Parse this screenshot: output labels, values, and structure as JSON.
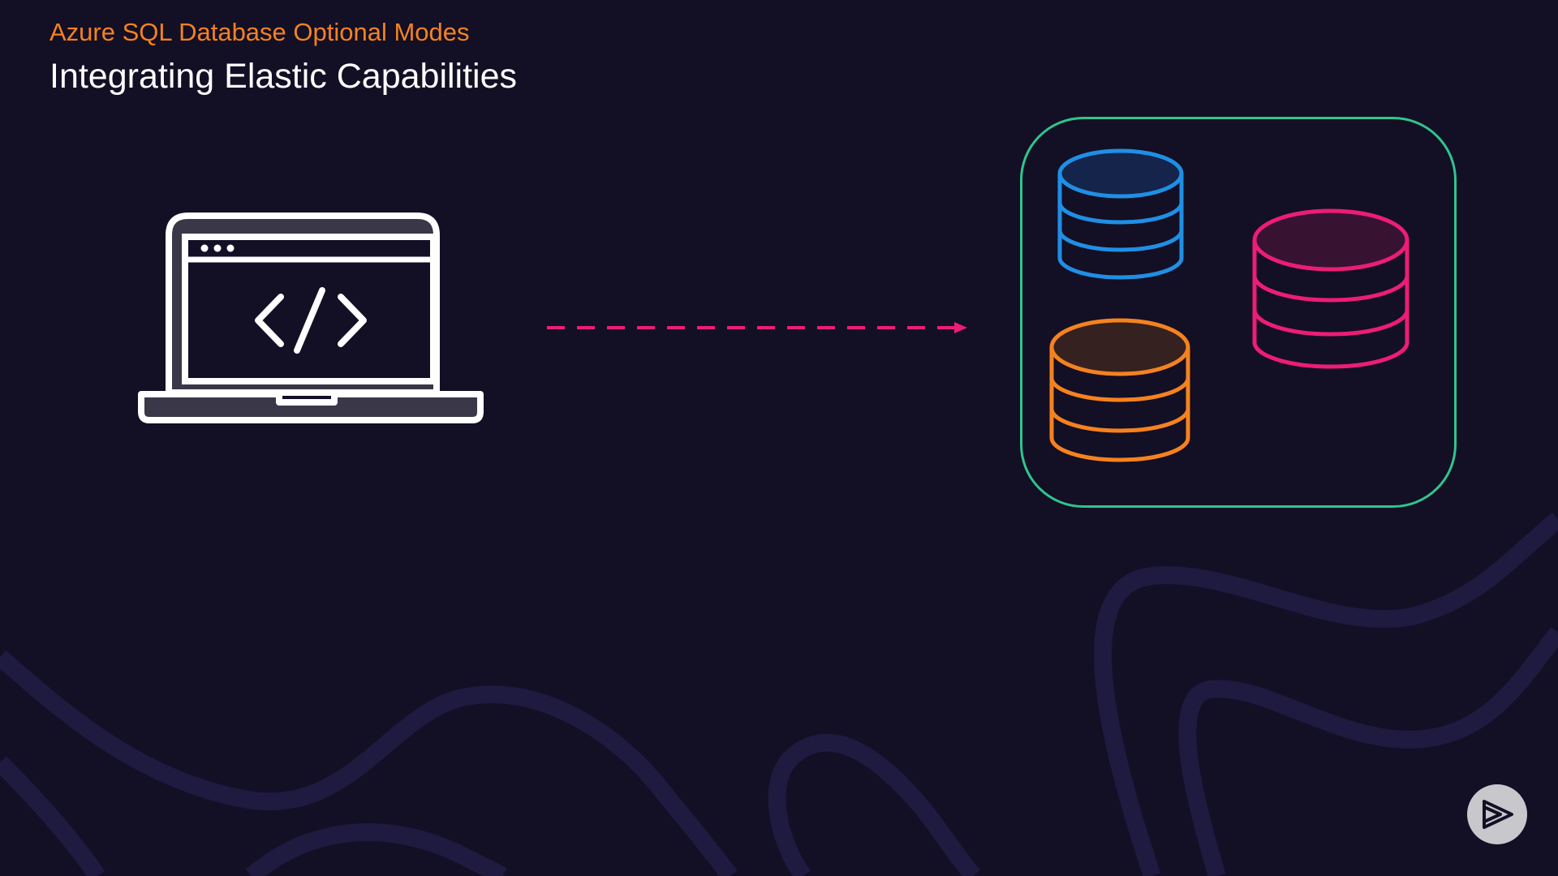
{
  "slide": {
    "section_title": "Azure SQL Database Optional Modes",
    "title": "Integrating Elastic Capabilities"
  },
  "diagram": {
    "client_icon": "laptop-code-icon",
    "connector_icon": "dashed-arrow-icon",
    "pool_icon": "elastic-pool-container",
    "databases": [
      {
        "icon": "database-icon",
        "color": "#1f8fe5",
        "fill": "#14244a"
      },
      {
        "icon": "database-icon",
        "color": "#ec1d76",
        "fill": "#371331"
      },
      {
        "icon": "database-icon",
        "color": "#f5821f",
        "fill": "#35211f"
      }
    ]
  },
  "branding": {
    "logo_icon": "play-logo-icon"
  },
  "colors": {
    "background": "#130f25",
    "wave": "#1f1a3f",
    "section_title": "#f5821f",
    "title": "#ffffff",
    "pool_border": "#2fc58c",
    "arrow": "#ec1d76",
    "laptop_stroke": "#ffffff",
    "laptop_fill": "#3a3748"
  }
}
